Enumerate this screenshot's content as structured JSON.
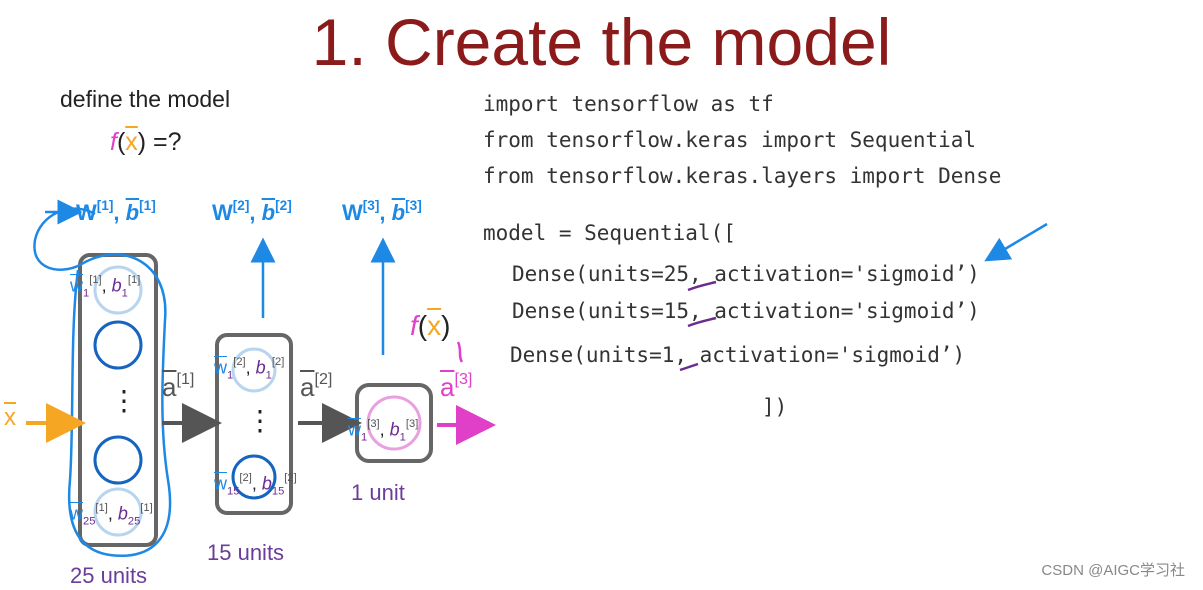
{
  "title": "1. Create the model",
  "subtitle": "define the model",
  "function_label": {
    "f": "f",
    "x": "x",
    "rest": ") =?",
    "open": "("
  },
  "code": {
    "line1": "import tensorflow as tf",
    "line2": "from tensorflow.keras import Sequential",
    "line3": "from tensorflow.keras.layers import Dense",
    "line4": "model = Sequential([",
    "line5": "Dense(units=25, activation='sigmoid’)",
    "line6": "Dense(units=15, activation='sigmoid’)",
    "line7": "Dense(units=1, activation='sigmoid’)",
    "line8": "])"
  },
  "layers": [
    {
      "params_W": "W",
      "params_b": "b",
      "sup": "[1]",
      "top_w_sup": "[1]",
      "top_w_sub": "1",
      "bottom_w_sub": "25",
      "units_label": "25 units"
    },
    {
      "params_W": "W",
      "params_b": "b",
      "sup": "[2]",
      "top_w_sup": "[2]",
      "top_w_sub": "1",
      "bottom_w_sub": "15",
      "units_label": "15 units"
    },
    {
      "params_W": "W",
      "params_b": "b",
      "sup": "[3]",
      "top_w_sup": "[3]",
      "top_w_sub": "1",
      "units_label": "1 unit"
    }
  ],
  "activations": {
    "x": "x",
    "a1": "a",
    "a1_sup": "[1]",
    "a2": "a",
    "a2_sup": "[2]",
    "a3": "a",
    "a3_sup": "[3]"
  },
  "output_label": {
    "f": "f",
    "open": "(",
    "x": "x",
    "close": ")"
  },
  "small": {
    "w": "w",
    "b": "b",
    "comma": ","
  },
  "dots": "⋮",
  "watermark": "CSDN @AIGC学习社",
  "colors": {
    "title": "#8B1A1A",
    "param_blue": "#1e88e5",
    "unit_purple": "#6a3d9a",
    "magenta": "#e040c8",
    "orange": "#f5a623",
    "neuron_blue": "#1565c0"
  }
}
